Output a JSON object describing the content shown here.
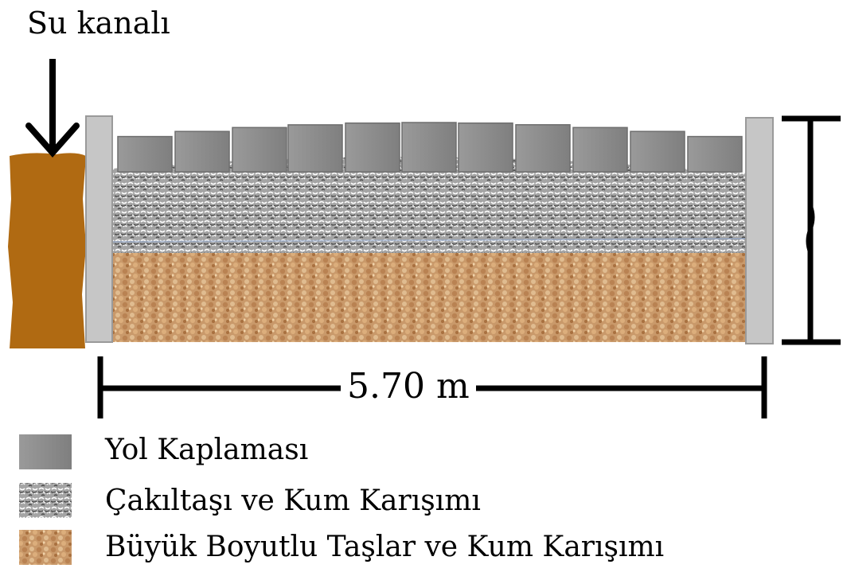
{
  "canal": {
    "label": "Su kanalı"
  },
  "dimension": {
    "width_label": "5.70 m"
  },
  "layers": [
    {
      "key": "paving",
      "label": "Yol Kaplaması",
      "color": "#8f8f8f"
    },
    {
      "key": "gravel_sand",
      "label": "Çakıltaşı ve Kum Karışımı",
      "color": "#a9a9a9"
    },
    {
      "key": "boulder_sand",
      "label": "Büyük Boyutlu Taşlar ve Kum Karışımı",
      "color": "#c99a6a"
    }
  ],
  "colors": {
    "canal": "#b06a12",
    "curb": "#c8c8c8"
  }
}
